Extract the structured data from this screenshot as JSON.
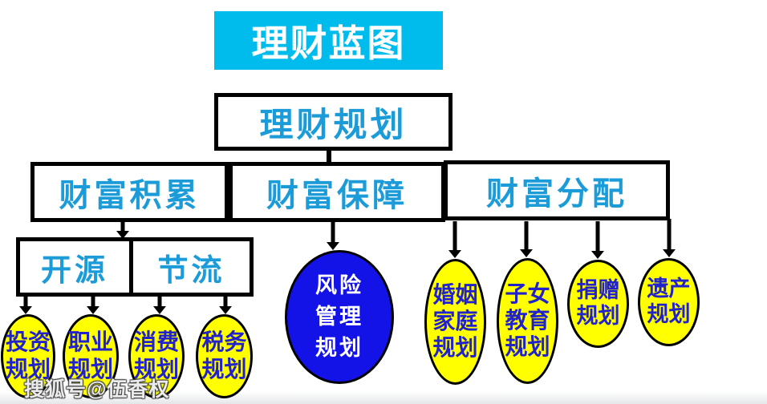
{
  "diagram": {
    "title": "理财蓝图",
    "root": "理财规划",
    "level2": {
      "accumulate": "财富积累",
      "protect": "财富保障",
      "distribute": "财富分配"
    },
    "level3": {
      "increase_income": "开源",
      "reduce_expense": "节流"
    },
    "leaves": {
      "invest": {
        "line1": "投资",
        "line2": "规划"
      },
      "career": {
        "line1": "职业",
        "line2": "规划"
      },
      "consume": {
        "line1": "消费",
        "line2": "规划"
      },
      "tax": {
        "line1": "税务",
        "line2": "规划"
      },
      "risk": {
        "line1": "风险",
        "line2": "管理",
        "line3": "规划"
      },
      "marriage": {
        "line1": "婚姻",
        "line2": "家庭",
        "line3": "规划"
      },
      "education": {
        "line1": "子女",
        "line2": "教育",
        "line3": "规划"
      },
      "donate": {
        "line1": "捐赠",
        "line2": "规划"
      },
      "estate": {
        "line1": "遗产",
        "line2": "规划"
      }
    },
    "watermark": "搜狐号@伍香权",
    "colors": {
      "banner_bg": "#00bcec",
      "banner_text": "#ffffff",
      "heading_text": "#1b9cd8",
      "leaf_bg": "#ffff00",
      "leaf_text": "#2222cc",
      "risk_bg": "#1413e7",
      "risk_text": "#ffffff",
      "connector": "#000000"
    }
  }
}
